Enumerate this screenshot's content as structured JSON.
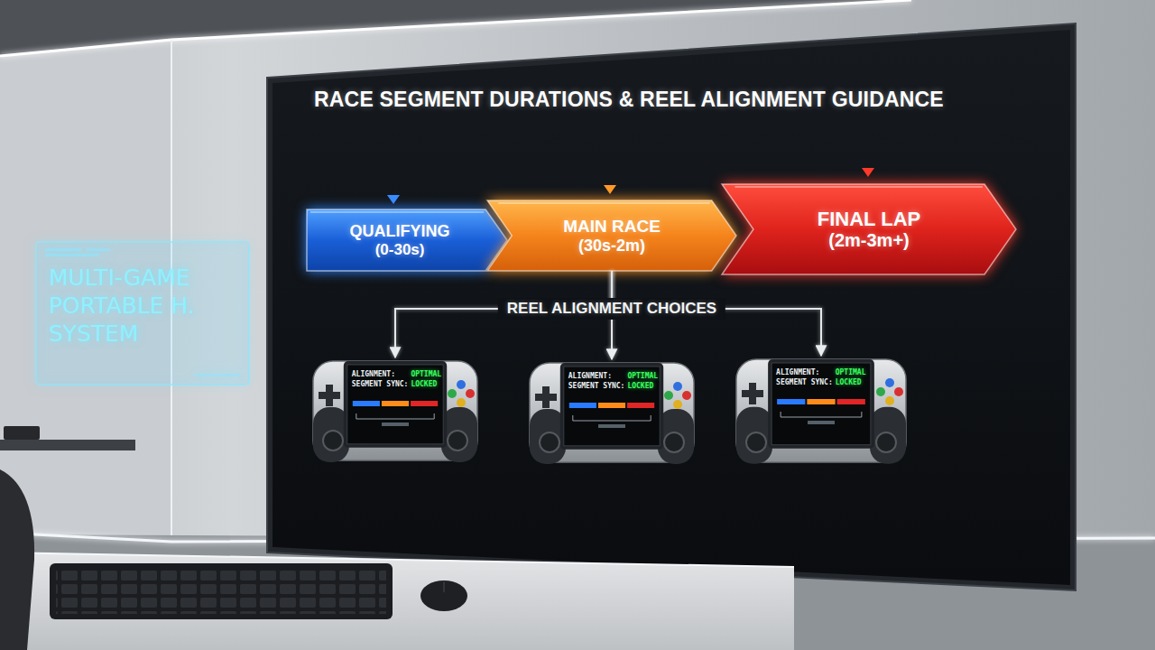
{
  "diagram": {
    "title": "RACE SEGMENT DURATIONS & REEL ALIGNMENT GUIDANCE",
    "nodes": [
      {
        "text": [
          "QUALIFYING",
          "(0-30s)"
        ]
      },
      {
        "text": [
          "MAIN RACE",
          "(30s-2m)"
        ]
      },
      {
        "text": [
          "FINAL LAP",
          "(2m-3m+)"
        ]
      },
      {
        "text": [
          "ALIGNMENT:",
          "OPTIMAL",
          "SEGMENT SYNC:",
          "LOCKED"
        ]
      },
      {
        "text": [
          "ALIGNMENT:",
          "OPTIMAL",
          "SEGMENT SYNC:",
          "LOCKED"
        ]
      },
      {
        "text": [
          "ALIGNMENT:",
          "OPTIMAL",
          "SEGMENT SYNC:",
          "LOCKED"
        ]
      },
      {
        "text": [
          "MULTI-GAME PORTABLE H. SYSTEM"
        ]
      }
    ],
    "edges": [
      {
        "from": 1,
        "to": 3,
        "arrow": "to"
      },
      {
        "from": 1,
        "to": 4,
        "arrow": "to",
        "label": "REEL ALIGNMENT CHOICES"
      },
      {
        "from": 1,
        "to": 5,
        "arrow": "to"
      }
    ]
  }
}
